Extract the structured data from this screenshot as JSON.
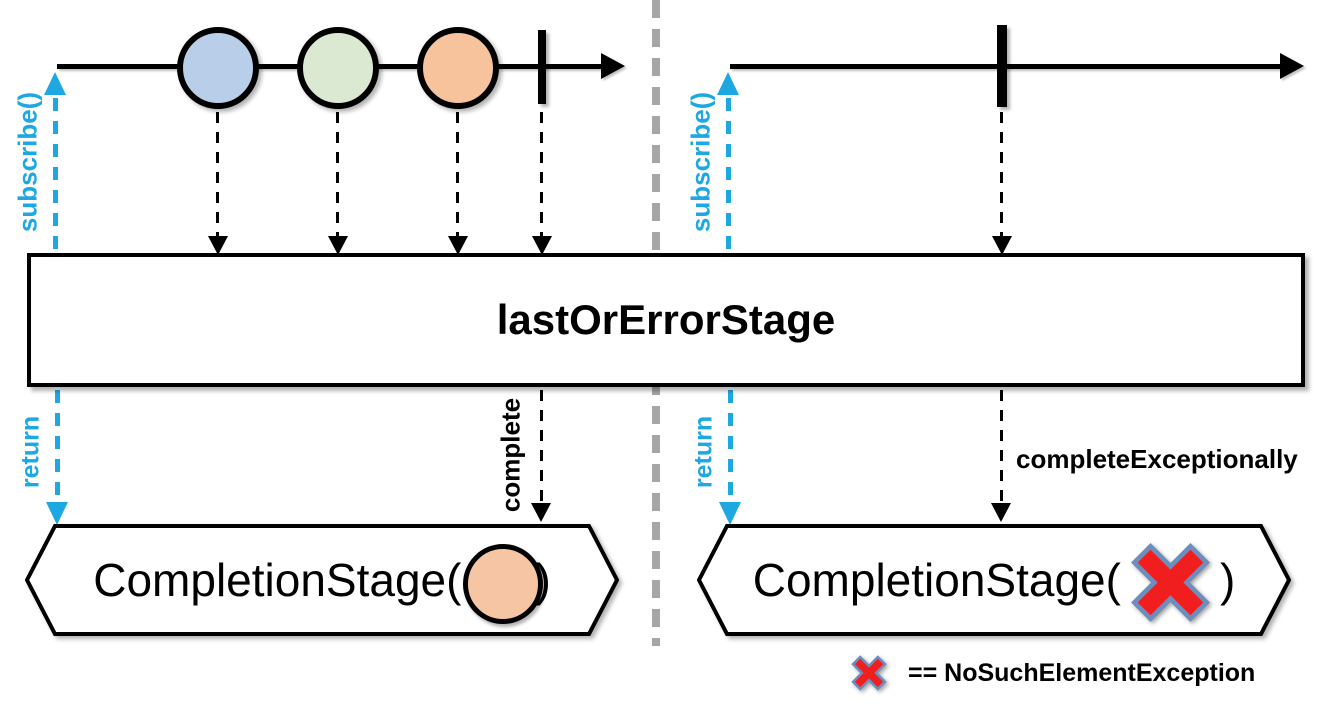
{
  "diagram": {
    "operator_label": "lastOrErrorStage",
    "left": {
      "subscribe_label": "subscribe()",
      "return_label": "return",
      "signal_label": "complete",
      "result_prefix": "CompletionStage(",
      "result_suffix": ")",
      "result_value": "orange-marble",
      "marble_colors": [
        "#b9cee9",
        "#dbe8d2",
        "#f7c39c"
      ]
    },
    "right": {
      "subscribe_label": "subscribe()",
      "return_label": "return",
      "signal_label": "completeExceptionally",
      "result_prefix": "CompletionStage(",
      "result_suffix": ")",
      "result_value": "error-cross"
    },
    "legend": {
      "text": "== NoSuchElementException"
    },
    "colors": {
      "accent_cyan": "#1ea8e2",
      "divider_gray": "#a6a6a6",
      "marble_blue": "#b9cee9",
      "marble_green": "#dbe8d2",
      "marble_orange": "#f7c39c",
      "error_red": "#f01e1e",
      "error_outline": "#6c8ebf"
    }
  }
}
